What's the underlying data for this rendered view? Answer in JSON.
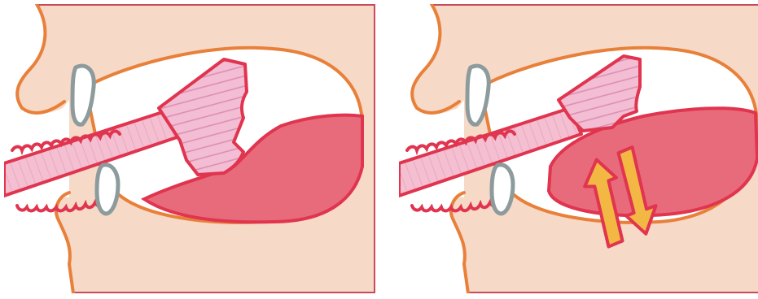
{
  "figure": {
    "panels": [
      {
        "id": "left",
        "state": "pacifier-pressing-tongue-down"
      },
      {
        "id": "right",
        "state": "tongue-moving-up-and-down"
      }
    ],
    "colors": {
      "skin": "#f6d9c7",
      "outline_orange": "#e8803a",
      "pink_dark": "#e0344f",
      "pink_fill": "#f4bfd0",
      "tongue_red": "#e86b7c",
      "gray": "#8d9b9d",
      "arrow_yellow": "#f3b844",
      "frame_border": "#c94a5a"
    },
    "icons": [
      "teeth-icon",
      "pacifier-icon",
      "tongue-icon",
      "up-arrow-icon",
      "down-arrow-icon"
    ]
  }
}
